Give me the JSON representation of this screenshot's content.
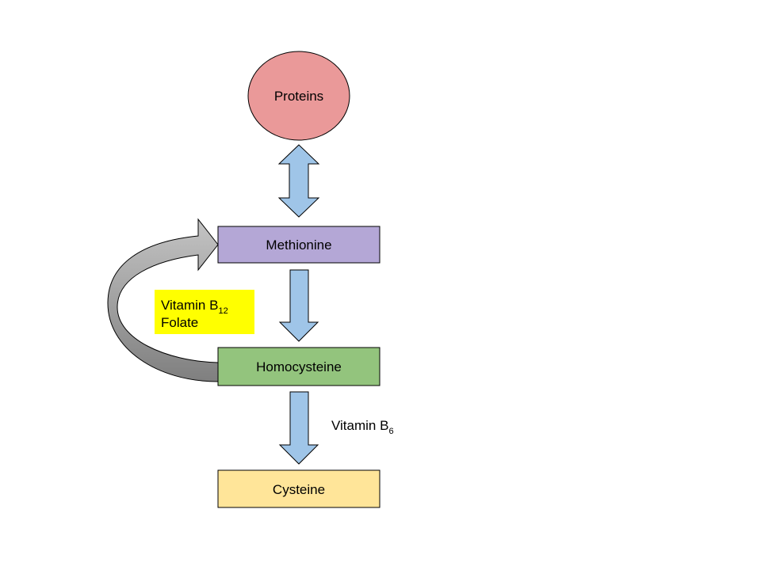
{
  "nodes": {
    "proteins": {
      "label": "Proteins",
      "fill": "#ea9999"
    },
    "methionine": {
      "label": "Methionine",
      "fill": "#b4a7d6"
    },
    "homocysteine": {
      "label": "Homocysteine",
      "fill": "#93c47d"
    },
    "cysteine": {
      "label": "Cysteine",
      "fill": "#ffe599"
    }
  },
  "cofactors": {
    "remethylation": {
      "line1_text": "Vitamin B",
      "line1_sub": "12",
      "line2_text": "Folate",
      "highlight": "#ffff00"
    },
    "transsulfuration": {
      "text": "Vitamin B",
      "sub": "6"
    }
  },
  "colors": {
    "arrow_fill": "#9fc5e8",
    "recycle_arrow_light": "#c4c4c4",
    "recycle_arrow_dark": "#7f7f7f",
    "outline": "#000000"
  }
}
